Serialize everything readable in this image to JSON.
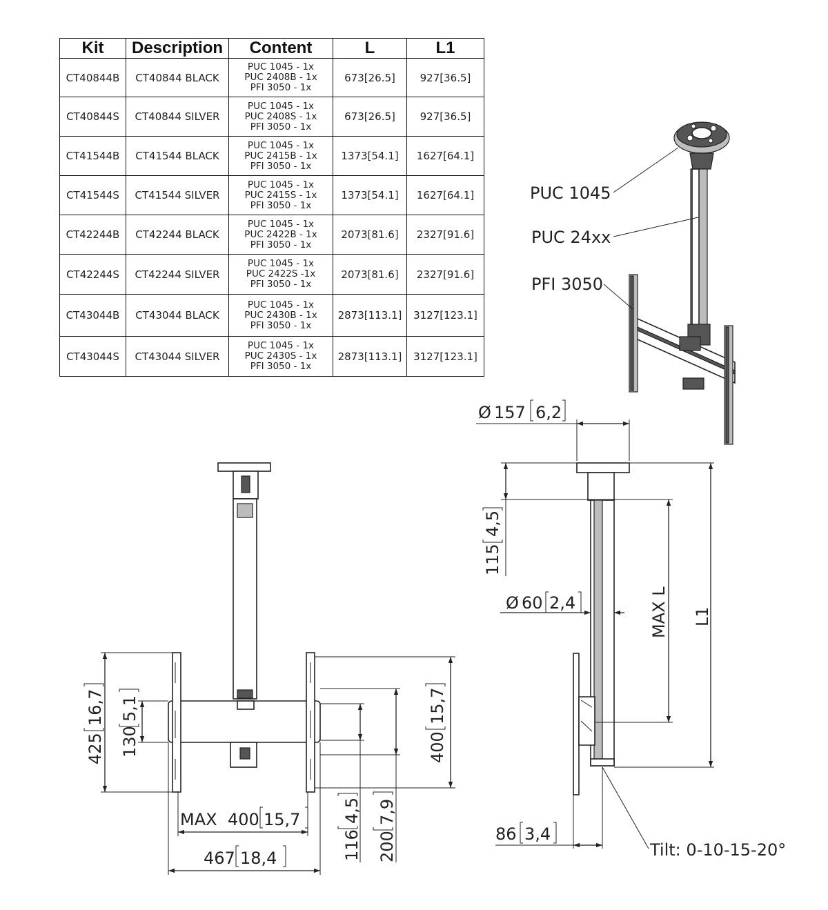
{
  "table": {
    "headers": [
      "Kit",
      "Description",
      "Content",
      "L",
      "L1"
    ],
    "rows": [
      {
        "kit": "CT40844B",
        "description": "CT40844 BLACK",
        "content": [
          "PUC 1045 - 1x",
          "PUC 2408B - 1x",
          "PFI 3050 - 1x"
        ],
        "l": "673[26.5]",
        "l1": "927[36.5]"
      },
      {
        "kit": "CT40844S",
        "description": "CT40844 SILVER",
        "content": [
          "PUC 1045 - 1x",
          "PUC 2408S - 1x",
          "PFI 3050 - 1x"
        ],
        "l": "673[26.5]",
        "l1": "927[36.5]"
      },
      {
        "kit": "CT41544B",
        "description": "CT41544 BLACK",
        "content": [
          "PUC 1045 - 1x",
          "PUC 2415B - 1x",
          "PFI 3050 - 1x"
        ],
        "l": "1373[54.1]",
        "l1": "1627[64.1]"
      },
      {
        "kit": "CT41544S",
        "description": "CT41544 SILVER",
        "content": [
          "PUC 1045 - 1x",
          "PUC 2415S - 1x",
          "PFI 3050 - 1x"
        ],
        "l": "1373[54.1]",
        "l1": "1627[64.1]"
      },
      {
        "kit": "CT42244B",
        "description": "CT42244 BLACK",
        "content": [
          "PUC 1045 - 1x",
          "PUC 2422B - 1x",
          "PFI 3050 - 1x"
        ],
        "l": "2073[81.6]",
        "l1": "2327[91.6]"
      },
      {
        "kit": "CT42244S",
        "description": "CT42244 SILVER",
        "content": [
          "PUC 1045 - 1x",
          "PUC 2422S -1x",
          "PFI 3050 - 1x"
        ],
        "l": "2073[81.6]",
        "l1": "2327[91.6]"
      },
      {
        "kit": "CT43044B",
        "description": "CT43044 BLACK",
        "content": [
          "PUC 1045 - 1x",
          "PUC 2430B - 1x",
          "PFI 3050 - 1x"
        ],
        "l": "2873[113.1]",
        "l1": "3127[123.1]"
      },
      {
        "kit": "CT43044S",
        "description": "CT43044 SILVER",
        "content": [
          "PUC 1045 - 1x",
          "PUC 2430S - 1x",
          "PFI 3050 - 1x"
        ],
        "l": "2873[113.1]",
        "l1": "3127[123.1]"
      }
    ]
  },
  "parts": {
    "ceiling_plate": "PUC 1045",
    "column": "PUC 24xx",
    "interface": "PFI 3050"
  },
  "dimensions": {
    "plate_diameter": {
      "symbol": "Ø",
      "value": "157",
      "inch": "6,2"
    },
    "column_diameter": {
      "symbol": "Ø",
      "value": "60",
      "inch": "2,4"
    },
    "top_offset": {
      "value": "115",
      "inch": "4,5"
    },
    "max_length": "MAX L",
    "total_length": "L1",
    "depth": {
      "value": "86",
      "inch": "3,4"
    },
    "tilt": "Tilt: 0-10-15-20°",
    "bracket_height": {
      "value": "425",
      "inch": "16,7"
    },
    "bar_height": {
      "value": "130",
      "inch": "5,1"
    },
    "max_vertical": {
      "value": "400",
      "inch": "15,7"
    },
    "max_width": {
      "prefix": "MAX",
      "value": "400",
      "inch": "15,7"
    },
    "total_width": {
      "value": "467",
      "inch": "18,4"
    },
    "lower_offset": {
      "value": "116",
      "inch": "4,5"
    },
    "lower_span": {
      "value": "200",
      "inch": "7,9"
    }
  }
}
